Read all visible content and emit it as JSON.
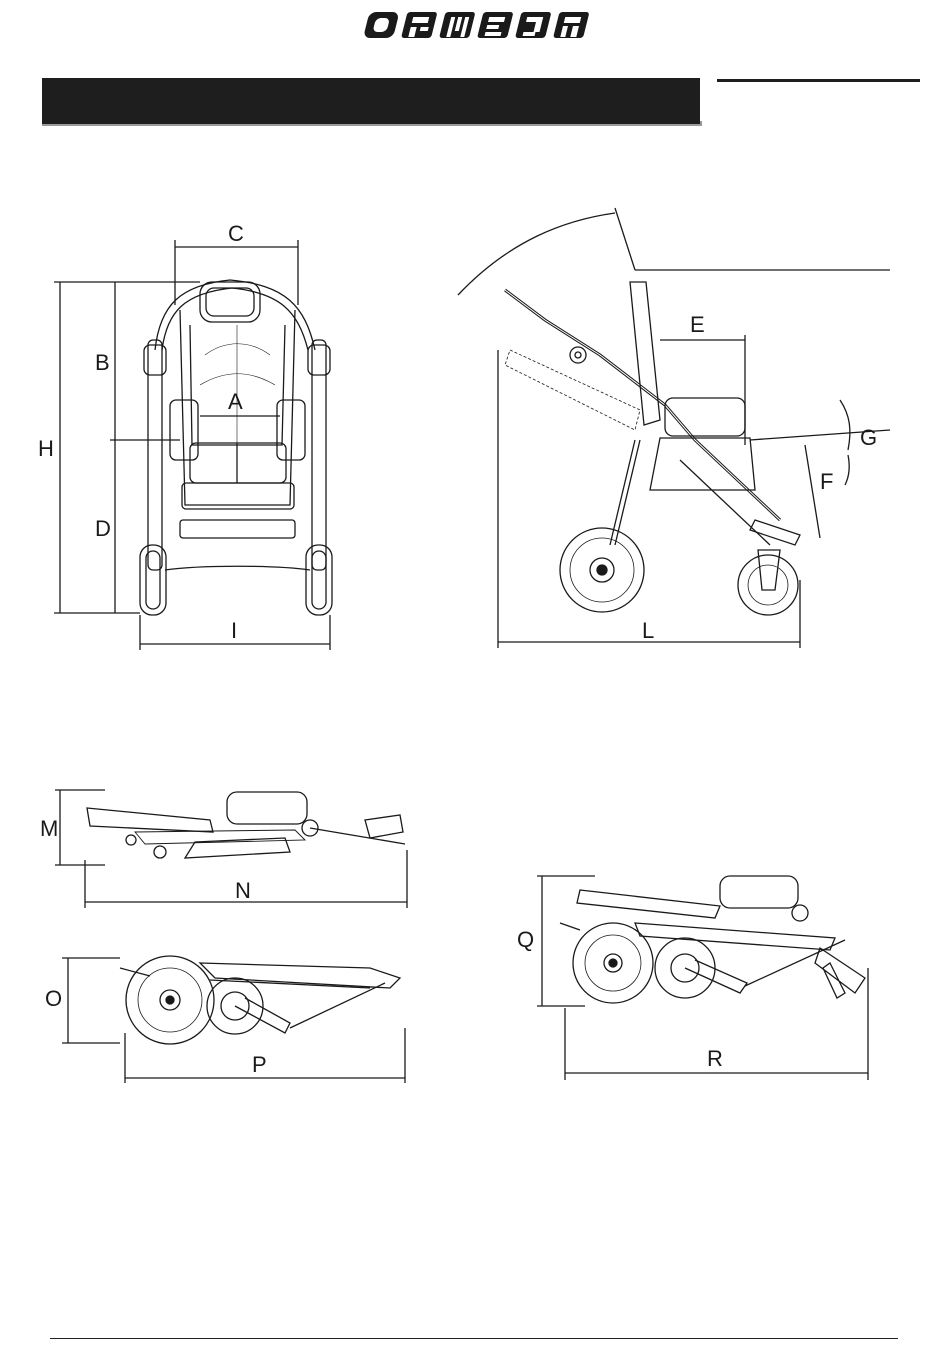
{
  "brand": {
    "name": "ORMESA",
    "icon": "ormesa-logo"
  },
  "figures": {
    "front_view": {
      "labels": {
        "c": "C",
        "a": "A",
        "b": "B",
        "h": "H",
        "d": "D",
        "i": "I"
      }
    },
    "side_view": {
      "labels": {
        "e": "E",
        "g": "G",
        "f": "F",
        "l": "L"
      }
    },
    "folded_side": {
      "labels": {
        "m": "M",
        "n": "N"
      }
    },
    "folded_compact": {
      "labels": {
        "o": "O",
        "p": "P"
      }
    },
    "folded_partial": {
      "labels": {
        "q": "Q",
        "r": "R"
      }
    }
  },
  "colors": {
    "ink": "#1a1a1a",
    "header_bar": "#1e1e1e",
    "paper": "#ffffff"
  }
}
